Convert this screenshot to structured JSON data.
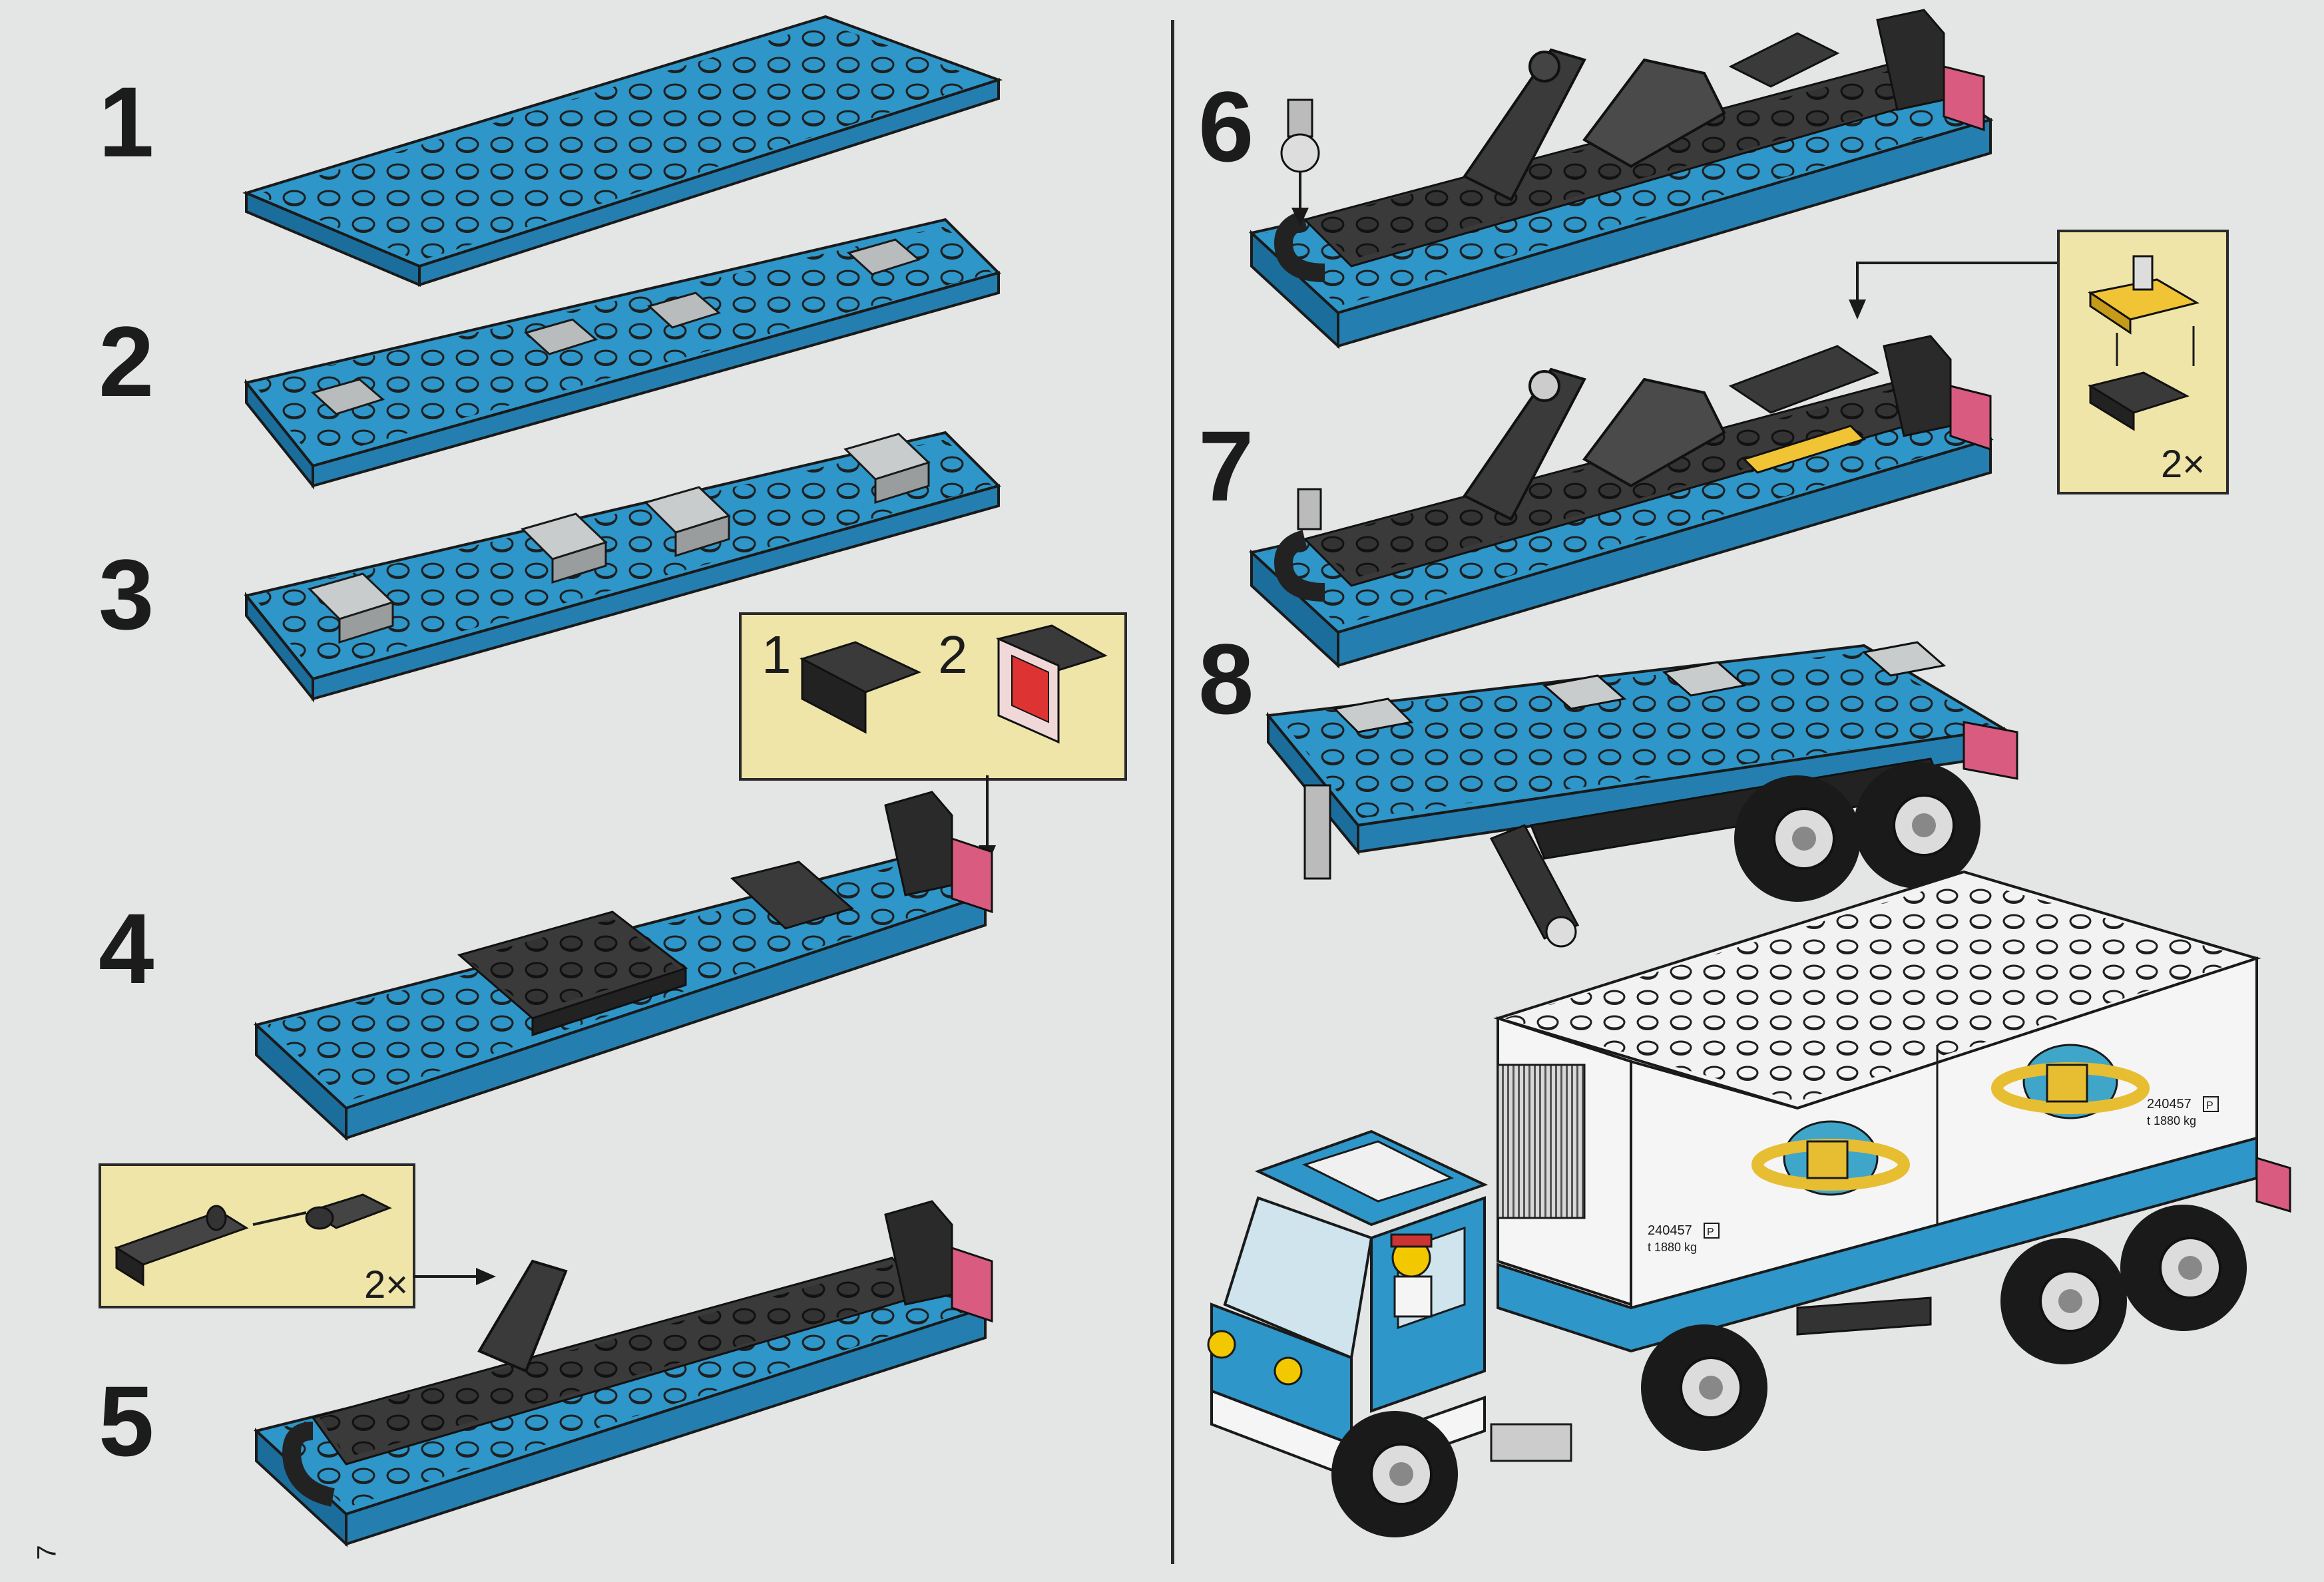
{
  "steps": [
    {
      "number": "1"
    },
    {
      "number": "2"
    },
    {
      "number": "3"
    },
    {
      "number": "4"
    },
    {
      "number": "5"
    },
    {
      "number": "6"
    },
    {
      "number": "7"
    },
    {
      "number": "8"
    }
  ],
  "callouts": {
    "step4": {
      "sub1": "1",
      "sub2": "2"
    },
    "step5": {
      "multiplier": "2×"
    },
    "step7": {
      "multiplier": "2×"
    }
  },
  "truck_labels": {
    "serial": "240457",
    "weight": "t 1880 kg",
    "p_mark": "P"
  },
  "page_number": "7",
  "colors": {
    "background": "#e4e6e6",
    "blue_brick": "#2e96c8",
    "blue_dark": "#1b6e9c",
    "black_brick": "#2c2c2c",
    "grey_brick": "#b9bcbd",
    "white_brick": "#f2f2f2",
    "yellow_callout": "#efe5a8",
    "pink_light": "#d95b80"
  }
}
